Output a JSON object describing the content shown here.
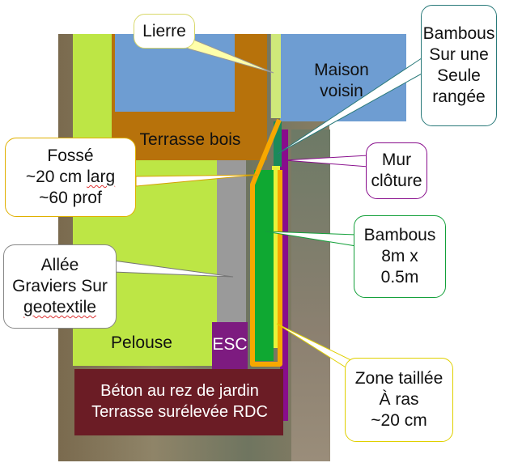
{
  "regions": {
    "maison_voisin": "Maison\nvoisin",
    "terrasse_bois": "Terrasse bois",
    "pelouse": "Pelouse",
    "esc": "ESC",
    "beton_line1": "Béton au rez de jardin",
    "beton_line2": "Terrasse surélevée RDC"
  },
  "callouts": {
    "lierre": "Lierre",
    "fosse_line1": "Fossé",
    "fosse_line2": "~20 cm ",
    "fosse_line2_underlined": "larg",
    "fosse_line3": "~60 prof",
    "allee_line1": "Allée",
    "allee_line2": "Graviers Sur",
    "allee_line3": "geotextile",
    "bambous_rangee": "Bambous\nSur une\nSeule\nrangée",
    "mur_cloture": "Mur\nclôture",
    "bambous_size": "Bambous\n8m x\n0.5m",
    "zone_taillee": "Zone taillée\nÀ ras\n~20 cm"
  },
  "colors": {
    "roof_blue": "#6e9dd2",
    "wood": "#b7720b",
    "lawn": "#bde645",
    "gravel": "#9a9a9a",
    "bamboo": "#0fa832",
    "ditch": "#f7a800",
    "wall": "#880d8c",
    "concrete": "#6b1c25",
    "esc": "#7d1b80",
    "ivy": "#cfe87a"
  }
}
